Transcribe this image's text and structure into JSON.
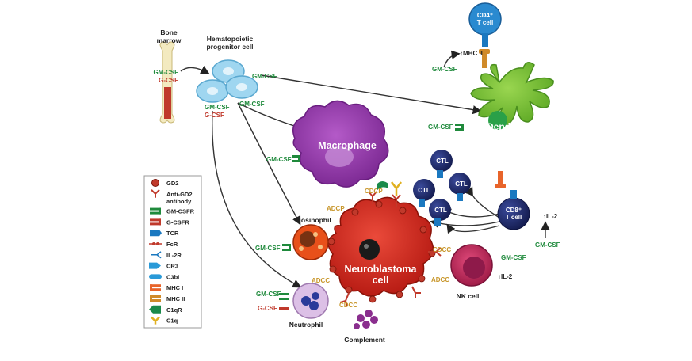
{
  "colors": {
    "gmcsf_text": "#1f8a3c",
    "gcsf_text": "#c0392b",
    "adcc_text": "#c8962a",
    "macrophage": "#9b3fb0",
    "neuroblastoma": "#d42a1e",
    "dendritic": "#7dc23a",
    "ctl": "#1e2a6e",
    "cd4": "#2a8ad0",
    "progenitor": "#8fd0ee",
    "nk": "#c23060",
    "neutrophil": "#d8b8e2",
    "eosinophil": "#e8501a"
  },
  "cells": {
    "bone_marrow": "Bone\nmarrow",
    "progenitor": "Hematopoietic\nprogenitor cell",
    "macrophage": "Macrophage",
    "dendritic": "Dendritic\ncell",
    "cd4": "CD4⁺\nT cell",
    "ctl": "CTL",
    "cd8": "CD8⁺\nT cell",
    "eosinophil": "Eosinophil",
    "neuroblastoma": "Neuroblastoma\ncell",
    "nk": "NK cell",
    "neutrophil": "Neutrophil",
    "complement": "Complement"
  },
  "labels": {
    "gmcsf": "GM-CSF",
    "gcsf": "G-CSF",
    "mhc2_up": "↑MHC II",
    "il2_up": "↑IL-2",
    "adcc": "ADCC",
    "adcp": "ADCP",
    "cdcp": "CDCP",
    "cdcc": "CDCC"
  },
  "legend": [
    {
      "label": "GD2",
      "icon": "gd2-icon"
    },
    {
      "label": "Anti-GD2\nantibody",
      "icon": "antibody-icon"
    },
    {
      "label": "GM-CSFR",
      "icon": "gmcsfr-icon"
    },
    {
      "label": "G-CSFR",
      "icon": "gcsfr-icon"
    },
    {
      "label": "TCR",
      "icon": "tcr-icon"
    },
    {
      "label": "FcR",
      "icon": "fcr-icon"
    },
    {
      "label": "IL-2R",
      "icon": "il2r-icon"
    },
    {
      "label": "CR3",
      "icon": "cr3-icon"
    },
    {
      "label": "C3bi",
      "icon": "c3bi-icon"
    },
    {
      "label": "MHC I",
      "icon": "mhc1-icon"
    },
    {
      "label": "MHC II",
      "icon": "mhc2-icon"
    },
    {
      "label": "C1qR",
      "icon": "c1qr-icon"
    },
    {
      "label": "C1q",
      "icon": "c1q-icon"
    }
  ]
}
